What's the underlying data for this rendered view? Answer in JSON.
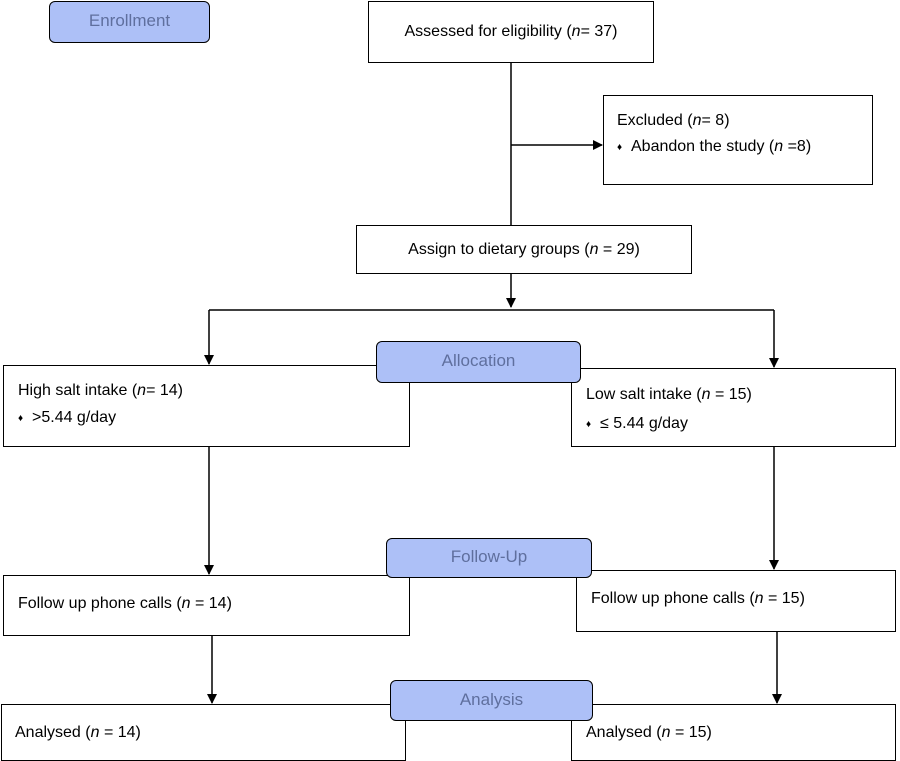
{
  "stages": {
    "enrollment": "Enrollment",
    "allocation": "Allocation",
    "follow_up": "Follow-Up",
    "analysis": "Analysis"
  },
  "assessed": {
    "label": "Assessed for eligibility (",
    "n": "n",
    "value": "= 37)"
  },
  "excluded": {
    "label": "Excluded (",
    "n": "n",
    "value": "= 8)",
    "bullet_label": "Abandon the study (",
    "bullet_n": "n",
    "bullet_value": " =8)"
  },
  "assign": {
    "label": "Assign to dietary groups (",
    "n": "n",
    "value": " = 29)"
  },
  "high_salt": {
    "label": "High salt intake (",
    "n": "n",
    "value": "= 14)",
    "bullet": ">5.44 g/day"
  },
  "low_salt": {
    "label": "Low salt intake (",
    "n": "n",
    "value": " = 15)",
    "bullet": "≤ 5.44 g/day"
  },
  "follow_left": {
    "label": "Follow up phone calls (",
    "n": "n",
    "value": " = 14)"
  },
  "follow_right": {
    "label": "Follow up phone calls (",
    "n": "n",
    "value": " = 15)"
  },
  "analysed_left": {
    "label": "Analysed (",
    "n": "n",
    "value": " = 14)"
  },
  "analysed_right": {
    "label": "Analysed (",
    "n": "n",
    "value": " = 15)"
  },
  "bullet_symbol": "♦"
}
